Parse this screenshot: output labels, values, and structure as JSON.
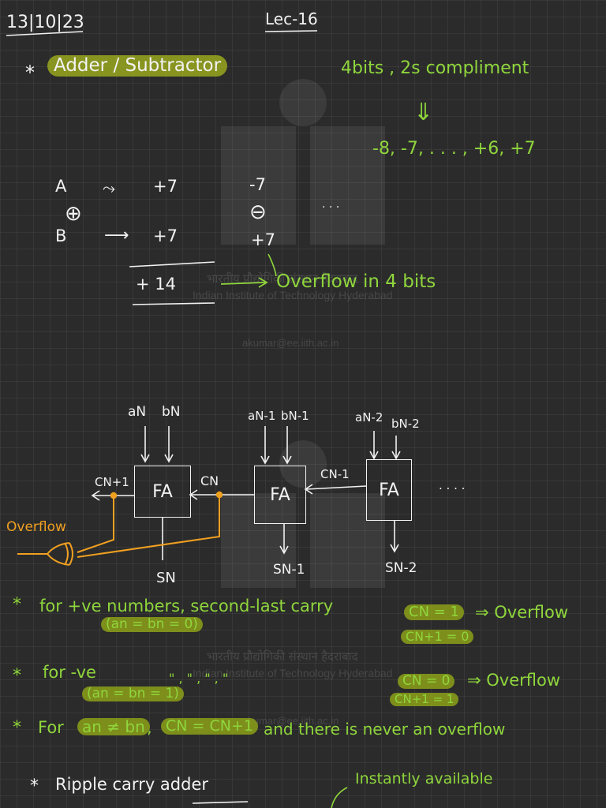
{
  "header": {
    "date": "13|10|23",
    "lecture": "Lec-16"
  },
  "watermark": {
    "line_hindi": "भारतीय प्रौद्योगिकी संस्थान हैदराबाद",
    "line_english": "Indian Institute of Technology Hyderabad",
    "email": "akumar@ee.iith.ac.in"
  },
  "topic": {
    "bullet": "*",
    "title": "Adder / Subtractor"
  },
  "range": {
    "bits": "4bits , 2s compliment",
    "arrow": "⇓",
    "values": "-8, -7, . . . , +6, +7"
  },
  "example": {
    "a_label": "A",
    "a_arrow": "⤳",
    "a_value": "+7",
    "plus_symbol": "⊕",
    "b_label": "B",
    "b_arrow": "⟶",
    "b_value": "+7",
    "result": "+ 14",
    "alt_top": "-7",
    "alt_op": "⊖",
    "alt_bottom": "+7",
    "dots": ". . .",
    "overflow_text": "Overflow in 4 bits"
  },
  "circuit": {
    "fa_label": "FA",
    "blocks": [
      {
        "a": "aN",
        "b": "bN",
        "sum": "SN"
      },
      {
        "a": "aN-1",
        "b": "bN-1",
        "sum": "SN-1"
      },
      {
        "a": "aN-2",
        "b": "bN-2",
        "sum": "SN-2"
      }
    ],
    "carry_out": "CN+1",
    "carry_mid": "CN",
    "carry_in": "CN-1",
    "dots": ". . . .",
    "overflow_label": "Overflow"
  },
  "notes": {
    "positive": {
      "bullet": "*",
      "text": "for +ve numbers, second-last carry",
      "condition": "(an = bn = 0)",
      "cn": "CN = 1",
      "implies": "⇒ Overflow",
      "cn1": "CN+1 = 0"
    },
    "negative": {
      "bullet": "*",
      "text": "for -ve",
      "ditto": "\"   ,   \"   ,   \"   ,   \"",
      "condition": "(an = bn = 1)",
      "cn": "CN = 0",
      "implies": "⇒ Overflow",
      "cn1": "CN+1 = 1"
    },
    "different": {
      "bullet": "*",
      "prefix": "For",
      "cond": "an ≠ bn",
      "comma": ",",
      "eq": "CN = CN+1",
      "rest": "and there is never an overflow"
    },
    "ripple": {
      "bullet": "*",
      "text": "Ripple carry adder",
      "aside": "Instantly available"
    }
  },
  "colors": {
    "background": "#2b2b2b",
    "ink": "#f2f2f2",
    "green": "#8fd63c",
    "orange": "#f0a020",
    "highlight": "#a0af1e"
  }
}
